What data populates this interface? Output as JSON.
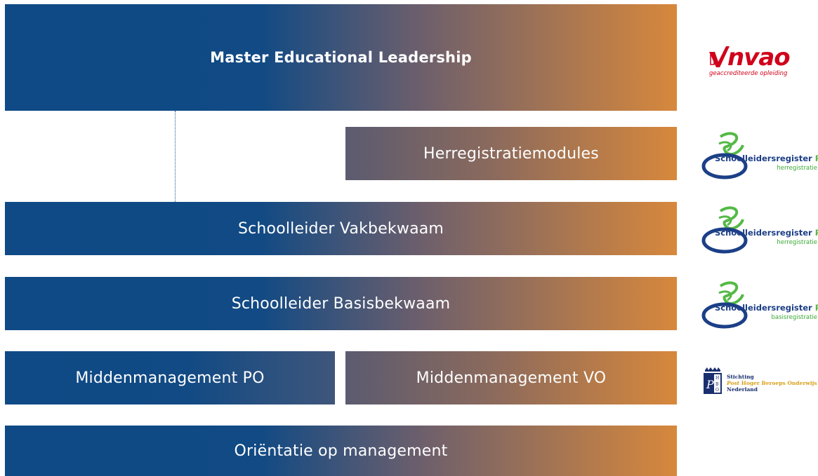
{
  "bars": {
    "master": "Master Educational Leadership",
    "herregistratie": "Herregistratiemodules",
    "vakbekwaam": "Schoolleider Vakbekwaam",
    "basisbekwaam": "Schoolleider Basisbekwaam",
    "middenmanagement_po": "Middenmanagement PO",
    "middenmanagement_vo": "Middenmanagement VO",
    "orientatie": "Oriëntatie op management"
  },
  "logos": {
    "nvao": {
      "word": "nvao",
      "subtitle": "geaccrediteerde opleiding"
    },
    "schoolleidersregister": [
      {
        "name": "Schoolleidersregister",
        "suffix": "PO",
        "subtitle": "herregistratie"
      },
      {
        "name": "Schoolleidersregister",
        "suffix": "PO",
        "subtitle": "herregistratie"
      },
      {
        "name": "Schoolleidersregister",
        "suffix": "PO",
        "subtitle": "basisregistratie"
      }
    ],
    "phbo": {
      "line1": "Stichting",
      "post": "Post",
      "hbo": "Hoger Beroeps Onderwijs",
      "line3": "Nederland"
    }
  },
  "colors": {
    "navy": "#0f4a86",
    "orange": "#d7883c",
    "nvao_red": "#d0021b",
    "register_green": "#55b947",
    "register_blue": "#1c3f87"
  }
}
